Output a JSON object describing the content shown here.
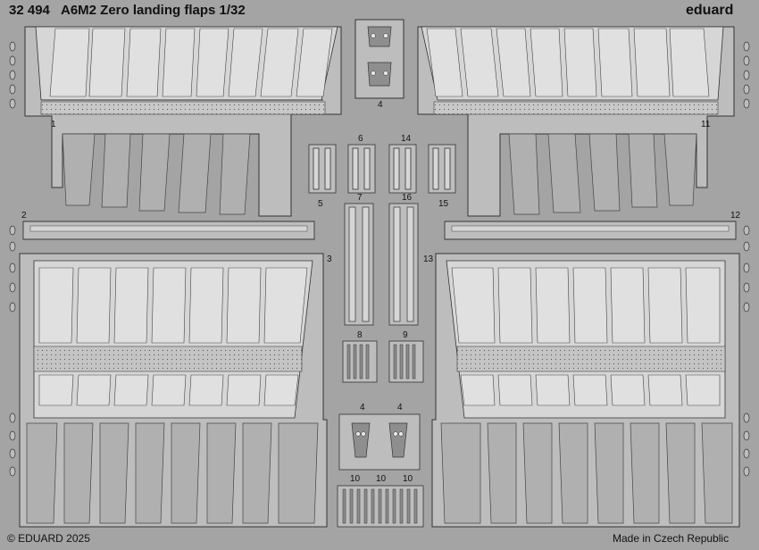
{
  "header": {
    "code": "32 494",
    "title": "A6M2 Zero landing flaps 1/32",
    "brand": "eduard"
  },
  "footer": {
    "copyright": "© EDUARD 2025",
    "origin": "Made in Czech Republic"
  },
  "part_numbers": {
    "p1": "1",
    "p2": "2",
    "p3": "3",
    "p4_top": "4",
    "p5": "5",
    "p6": "6",
    "p7": "7",
    "p8": "8",
    "p9": "9",
    "p10_a": "10",
    "p10_b": "10",
    "p10_c": "10",
    "p11": "11",
    "p12": "12",
    "p13": "13",
    "p14": "14",
    "p15": "15",
    "p16": "16",
    "p4_left": "4",
    "p4_right": "4"
  },
  "colors": {
    "fret_background": "#a4a4a4",
    "part_fill": "#bdbdbd",
    "panel_fill": "#d4d4d4",
    "outline": "#333333",
    "text": "#111111"
  }
}
